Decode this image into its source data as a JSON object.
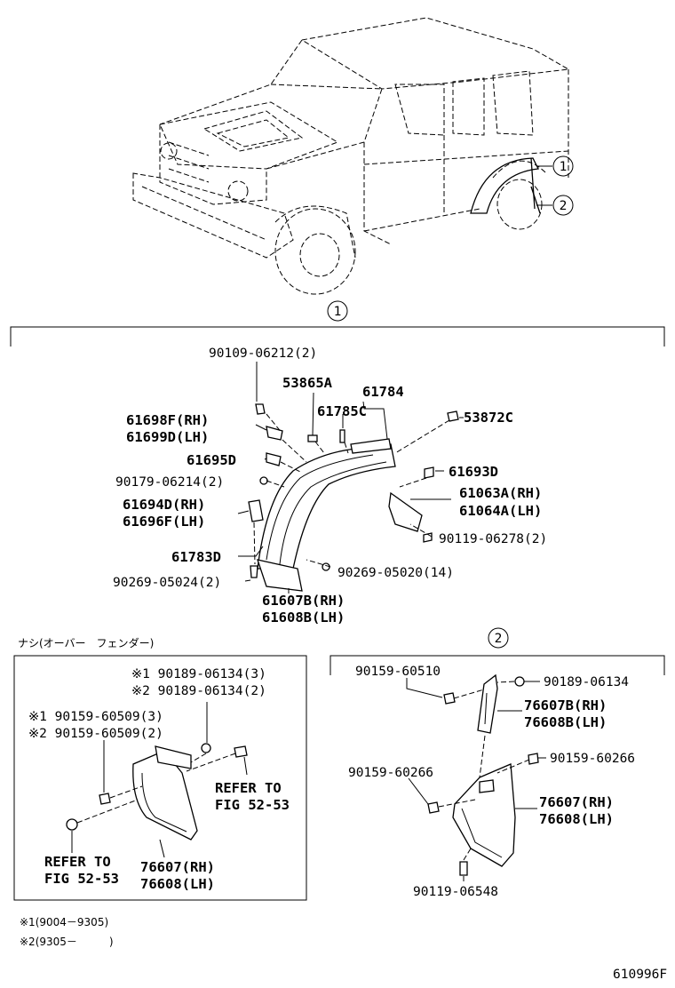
{
  "callouts": {
    "c1": "1",
    "c2": "2"
  },
  "section1": {
    "title": "1",
    "labels": [
      "90109-06212(2)",
      "53865A",
      "61784",
      "61785C",
      "53872C",
      "61698F(RH)",
      "61699D(LH)",
      "61695D",
      "61693D",
      "90179-06214(2)",
      "61063A(RH)",
      "61064A(LH)",
      "61694D(RH)",
      "61696F(LH)",
      "90119-06278(2)",
      "61783D",
      "90269-05020(14)",
      "90269-05024(2)",
      "61607B(RH)",
      "61608B(LH)"
    ]
  },
  "nashi": {
    "title": "ナシ(オーバー　フェンダー)",
    "labels": [
      "※1 90189-06134(3)",
      "※2 90189-06134(2)",
      "※1 90159-60509(3)",
      "※2 90159-60509(2)",
      "REFER TO",
      "FIG 52-53",
      "REFER TO",
      "FIG 52-53",
      "76607(RH)",
      "76608(LH)"
    ]
  },
  "section2": {
    "title": "2",
    "labels": [
      "90159-60510",
      "90189-06134",
      "76607B(RH)",
      "76608B(LH)",
      "90159-60266",
      "90159-60266",
      "76607(RH)",
      "76608(LH)",
      "90119-06548"
    ]
  },
  "notes": {
    "n1": "※1(9004－9305)",
    "n2": "※2(9305－　　　)"
  },
  "figure_code": "610996F"
}
